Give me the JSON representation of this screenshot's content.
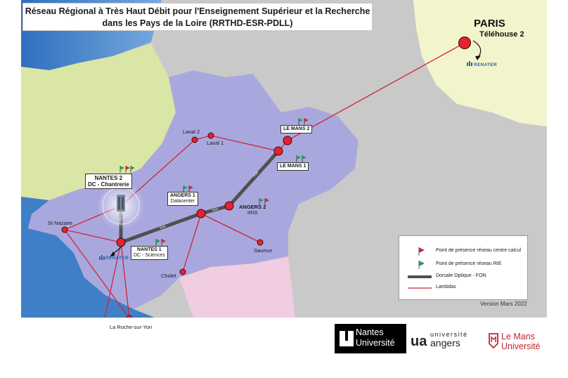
{
  "title": {
    "line1": "Réseau Régional à Très Haut Débit pour l'Enseignement Supérieur et la Recherche",
    "line2": "dans les Pays de la Loire (RRTHD-ESR-PDLL)"
  },
  "paris": {
    "city": "PARIS",
    "site": "Téléhouse 2",
    "renater": "RENATER"
  },
  "nodes": {
    "laval2": "Laval 2",
    "laval1": "Laval 1",
    "lemans2": "LE MANS 2",
    "lemans1": "LE MANS 1",
    "nantes2_l1": "NANTES 2",
    "nantes2_l2": "DC - Chantrerie",
    "angers1_l1": "ANGERS 1",
    "angers1_l2": "Datacenter",
    "angers2_l1": "ANGERS 2",
    "angers2_l2": "IRIS",
    "stnazaire": "St Nazaire",
    "nantes1_l1": "NANTES 1",
    "nantes1_l2": "DC - Sciences",
    "saumur": "Saumur",
    "cholet": "Cholet",
    "larochesuryon": "La Roche-sur-Yon",
    "renater_nantes": "RENATER"
  },
  "fon_label": "FON",
  "legend": {
    "calcul": "Point de présence réseau centre calcul",
    "rie": "Point de présence réseau RIE",
    "fon": "Dorsale Optique - FON",
    "lambdas": "Lambdas"
  },
  "version": "Version Mars 2022",
  "logos": {
    "nantes_line1": "Nantes",
    "nantes_line2": "Université",
    "angers_line1": "université",
    "angers_line2": "angers",
    "lemans_line1": "Le Mans",
    "lemans_line2": "Université"
  },
  "colors": {
    "region": "#a9a8de",
    "bretagne": "#d9e6a6",
    "idf": "#f2f5cc",
    "neighbors": "#c8c8c8",
    "nouvelle_aquitaine": "#f0cde0",
    "sea": "#3f7fc8",
    "lambda": "#d1243a",
    "fon": "#505050",
    "node": "#e8212e",
    "flag_red": "#cc2a3a",
    "flag_green": "#2a9a58"
  }
}
